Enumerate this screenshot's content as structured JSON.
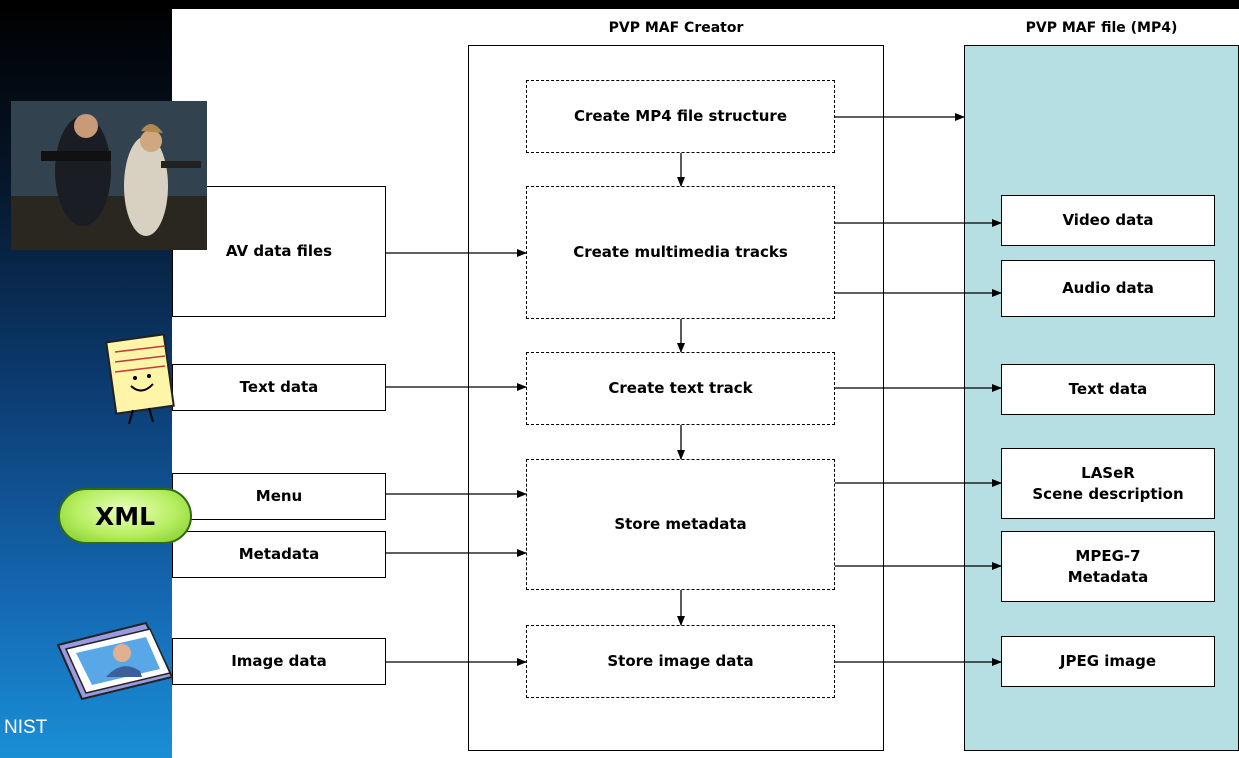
{
  "sidebar": {
    "footer_text": "NIST",
    "xml_badge": "XML"
  },
  "creator": {
    "title": "PVP MAF Creator",
    "steps": [
      "Create MP4 file structure",
      "Create multimedia tracks",
      "Create text track",
      "Store metadata",
      "Store image data"
    ]
  },
  "inputs": [
    "AV data files",
    "Text data",
    "Menu",
    "Metadata",
    "Image data"
  ],
  "output": {
    "title": "PVP MAF file (MP4)",
    "items": [
      "Video data",
      "Audio data",
      "Text data",
      "LASeR\nScene description",
      "MPEG-7\nMetadata",
      "JPEG image"
    ]
  },
  "icons": {
    "photo": "movie-still-image",
    "notepad": "notepad-smiley-icon",
    "portrait": "photo-stack-icon"
  }
}
